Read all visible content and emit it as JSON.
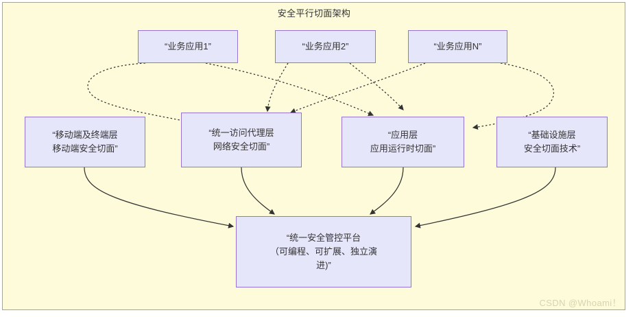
{
  "diagram": {
    "title": "安全平行切面架构",
    "background_color": "#fdfbd9",
    "frame_border_color": "#b3ab52",
    "node_fill_color": "#e6e6fa",
    "node_border_color": "#9673d3",
    "edge_color": "#333333",
    "watermark": "CSDN @Whoami！"
  },
  "nodes": {
    "app1": {
      "label": "“业务应用1”"
    },
    "app2": {
      "label": "“业务应用2”"
    },
    "appN": {
      "label": "“业务应用N”"
    },
    "mobile_layer": {
      "label": "“移动端及终端层\n移动端安全切面”"
    },
    "proxy_layer": {
      "label": "“统一访问代理层\n网络安全切面”"
    },
    "application_layer": {
      "label": "“应用层\n应用运行时切面”"
    },
    "infrastructure_layer": {
      "label": "“基础设施层\n安全切面技术”"
    },
    "control_platform": {
      "label": "“统一安全管控平台\n（可编程、可扩展、独立演\n进)”"
    }
  },
  "edges": [
    {
      "from": "app1",
      "to": "proxy_layer",
      "style": "dotted",
      "arrow": "end"
    },
    {
      "from": "app1",
      "to": "application_layer",
      "style": "dotted",
      "arrow": "end"
    },
    {
      "from": "app2",
      "to": "proxy_layer",
      "style": "dotted",
      "arrow": "end"
    },
    {
      "from": "app2",
      "to": "application_layer",
      "style": "dotted",
      "arrow": "end"
    },
    {
      "from": "appN",
      "to": "proxy_layer",
      "style": "dotted",
      "arrow": "end"
    },
    {
      "from": "appN",
      "to": "application_layer",
      "style": "dotted",
      "arrow": "end"
    },
    {
      "from": "mobile_layer",
      "to": "control_platform",
      "style": "solid",
      "arrow": "end"
    },
    {
      "from": "proxy_layer",
      "to": "control_platform",
      "style": "solid",
      "arrow": "end"
    },
    {
      "from": "application_layer",
      "to": "control_platform",
      "style": "solid",
      "arrow": "end"
    },
    {
      "from": "infrastructure_layer",
      "to": "control_platform",
      "style": "solid",
      "arrow": "end"
    }
  ]
}
